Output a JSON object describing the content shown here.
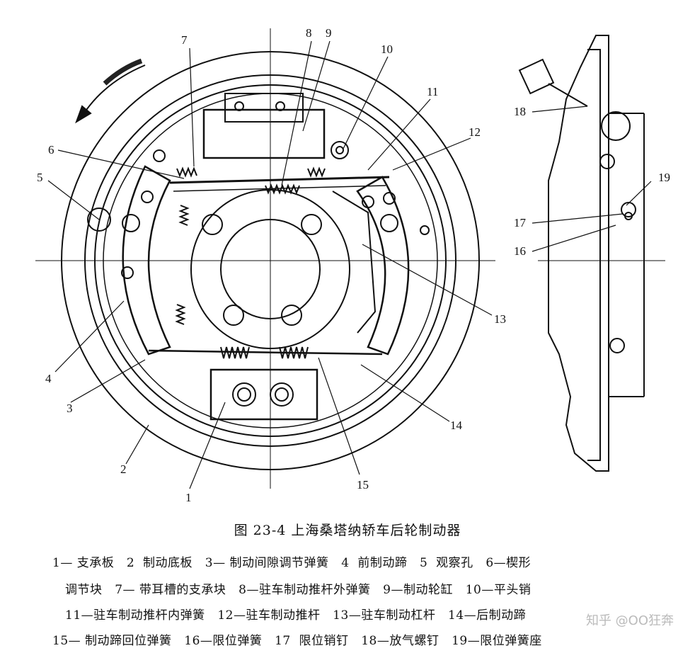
{
  "callouts": {
    "c1": "1",
    "c2": "2",
    "c3": "3",
    "c4": "4",
    "c5": "5",
    "c6": "6",
    "c7": "7",
    "c8": "8",
    "c9": "9",
    "c10": "10",
    "c11": "11",
    "c12": "12",
    "c13": "13",
    "c14": "14",
    "c15": "15",
    "c16": "16",
    "c17": "17",
    "c18": "18",
    "c19": "19"
  },
  "caption": "图 23-4   上海桑塔纳轿车后轮制动器",
  "legend": {
    "line1": "1— 支承板   2  制动底板   3— 制动间隙调节弹簧   4  前制动蹄   5  观察孔   6—楔形",
    "line2": "调节块   7— 带耳槽的支承块   8—驻车制动推杆外弹簧   9—制动轮缸   10—平头销",
    "line3": "11—驻车制动推杆内弹簧   12—驻车制动推杆   13—驻车制动杠杆   14—后制动蹄",
    "line4": "15— 制动蹄回位弹簧   16—限位弹簧   17  限位销钉   18—放气螺钉   19—限位弹簧座"
  },
  "watermark": "知乎 @OO狂奔"
}
